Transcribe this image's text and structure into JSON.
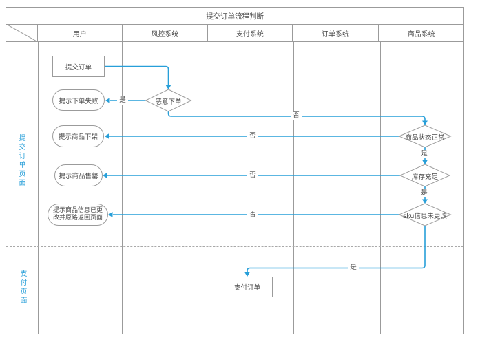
{
  "title": "提交订单流程判断",
  "colors": {
    "flow_blue": "#279fd9",
    "grid_gray": "#9b9b9b",
    "text_gray": "#4a4a4a"
  },
  "swimlane": {
    "columns": [
      "用户",
      "风控系统",
      "支付系统",
      "订单系统",
      "商品系统"
    ],
    "rows": [
      "提交订单页面",
      "支付页面"
    ]
  },
  "nodes": {
    "submit_order": "提交订单",
    "order_fail": "提示下单失败",
    "malicious_check": "恶意下单",
    "product_offshelf": "提示商品下架",
    "product_soldout": "提示商品售罄",
    "info_changed_line1": "提示商品信息已更",
    "info_changed_line2": "改并原路返回页面",
    "status_check": "商品状态正常",
    "stock_check": "库存充足",
    "sku_check": "sku信息未更改",
    "pay_order": "支付订单"
  },
  "edge_labels": {
    "yes": "是",
    "no": "否"
  }
}
